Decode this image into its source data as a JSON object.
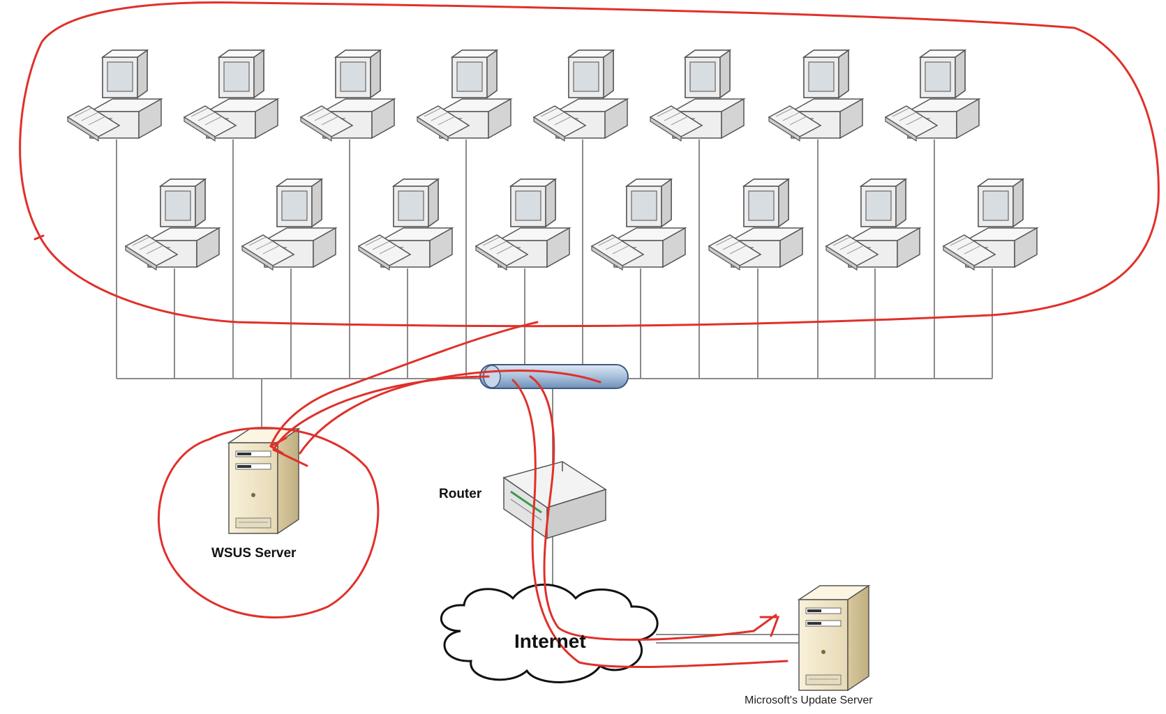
{
  "labels": {
    "router": "Router",
    "wsus": "WSUS Server",
    "internet": "Internet",
    "ms_update": "Microsoft's Update Server"
  },
  "colors": {
    "annotation": "#e0302a",
    "wire": "#8a8a8a",
    "hub": "#a9c0dc",
    "server_body": "#efe6cc",
    "computer_body": "#efefef"
  },
  "icons": {
    "workstation": "desktop-computer-icon",
    "hub": "network-hub-icon",
    "router": "router-icon",
    "server": "tower-server-icon",
    "cloud": "internet-cloud-icon"
  }
}
